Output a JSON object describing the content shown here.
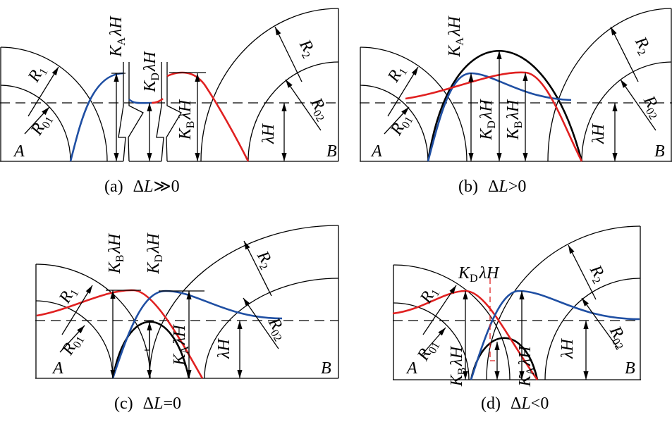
{
  "colors": {
    "curve_A": "#1f4fa3",
    "curve_B": "#e02020",
    "curve_D": "#000000"
  },
  "panels": [
    {
      "id": "a",
      "caption": {
        "tag": "(a)",
        "delta": "Δ",
        "var": "L",
        "rel": "≫0"
      },
      "labels": {
        "KA": {
          "main": "K",
          "sub": "A",
          "tail": "λH"
        },
        "KD": {
          "main": "K",
          "sub": "D",
          "tail": "λH"
        },
        "KB": {
          "main": "K",
          "sub": "B",
          "tail": "λH"
        },
        "R1": {
          "main": "R",
          "sub": "1",
          "tail": ""
        },
        "R01": {
          "main": "R",
          "sub": "01",
          "tail": ""
        },
        "R2": {
          "main": "R",
          "sub": "2",
          "tail": ""
        },
        "R02": {
          "main": "R",
          "sub": "02",
          "tail": ""
        },
        "LH": {
          "main": "λH",
          "sub": "",
          "tail": ""
        },
        "A": {
          "main": "A",
          "sub": "",
          "tail": ""
        },
        "B": {
          "main": "B",
          "sub": "",
          "tail": ""
        }
      }
    },
    {
      "id": "b",
      "caption": {
        "tag": "(b)",
        "delta": "Δ",
        "var": "L",
        "rel": ">0"
      },
      "labels": {
        "KA": {
          "main": "K",
          "sub": "A",
          "tail": "λH"
        },
        "KD": {
          "main": "K",
          "sub": "D",
          "tail": "λH"
        },
        "KB": {
          "main": "K",
          "sub": "B",
          "tail": "λH"
        },
        "R1": {
          "main": "R",
          "sub": "1",
          "tail": ""
        },
        "R01": {
          "main": "R",
          "sub": "01",
          "tail": ""
        },
        "R2": {
          "main": "R",
          "sub": "2",
          "tail": ""
        },
        "R02": {
          "main": "R",
          "sub": "02",
          "tail": ""
        },
        "LH": {
          "main": "λH",
          "sub": "",
          "tail": ""
        },
        "A": {
          "main": "A",
          "sub": "",
          "tail": ""
        },
        "B": {
          "main": "B",
          "sub": "",
          "tail": ""
        }
      }
    },
    {
      "id": "c",
      "caption": {
        "tag": "(c)",
        "delta": "Δ",
        "var": "L",
        "rel": "=0"
      },
      "labels": {
        "KA": {
          "main": "K",
          "sub": "A",
          "tail": "λH"
        },
        "KD": {
          "main": "K",
          "sub": "D",
          "tail": "λH"
        },
        "KB": {
          "main": "K",
          "sub": "B",
          "tail": "λH"
        },
        "R1": {
          "main": "R",
          "sub": "1",
          "tail": ""
        },
        "R01": {
          "main": "R",
          "sub": "01",
          "tail": ""
        },
        "R2": {
          "main": "R",
          "sub": "2",
          "tail": ""
        },
        "R02": {
          "main": "R",
          "sub": "02",
          "tail": ""
        },
        "LH": {
          "main": "λH",
          "sub": "",
          "tail": ""
        },
        "A": {
          "main": "A",
          "sub": "",
          "tail": ""
        },
        "B": {
          "main": "B",
          "sub": "",
          "tail": ""
        }
      }
    },
    {
      "id": "d",
      "caption": {
        "tag": "(d)",
        "delta": "Δ",
        "var": "L",
        "rel": "<0"
      },
      "labels": {
        "KA": {
          "main": "K",
          "sub": "A",
          "tail": "λH"
        },
        "KD": {
          "main": "K",
          "sub": "D",
          "tail": "λH"
        },
        "KB": {
          "main": "K",
          "sub": "B",
          "tail": "λH"
        },
        "R1": {
          "main": "R",
          "sub": "1",
          "tail": ""
        },
        "R01": {
          "main": "R",
          "sub": "01",
          "tail": ""
        },
        "R2": {
          "main": "R",
          "sub": "2",
          "tail": ""
        },
        "R02": {
          "main": "R",
          "sub": "02",
          "tail": ""
        },
        "LH": {
          "main": "λH",
          "sub": "",
          "tail": ""
        },
        "A": {
          "main": "A",
          "sub": "",
          "tail": ""
        },
        "B": {
          "main": "B",
          "sub": "",
          "tail": ""
        }
      }
    }
  ]
}
